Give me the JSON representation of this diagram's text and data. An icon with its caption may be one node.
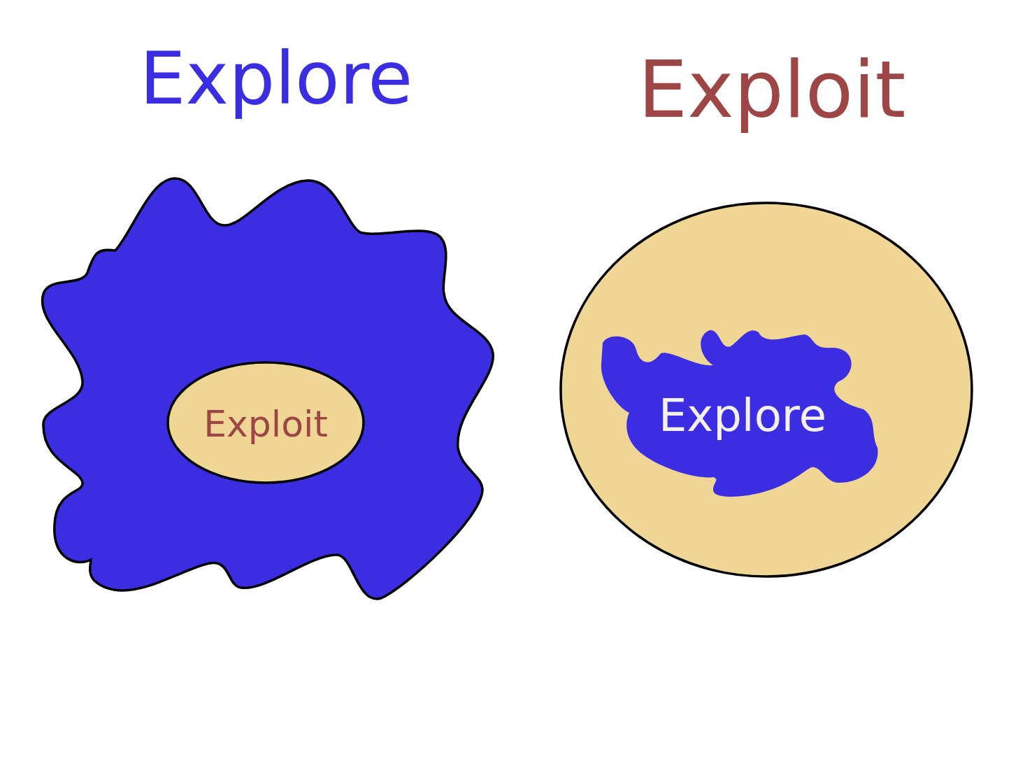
{
  "diagram": {
    "nodes": [
      {
        "text": [
          "Explore"
        ]
      },
      {
        "text": [
          "Exploit"
        ],
        "in": 0
      },
      {
        "text": [
          "Exploit"
        ]
      },
      {
        "text": [
          "Explore"
        ],
        "in": 2
      }
    ]
  }
}
